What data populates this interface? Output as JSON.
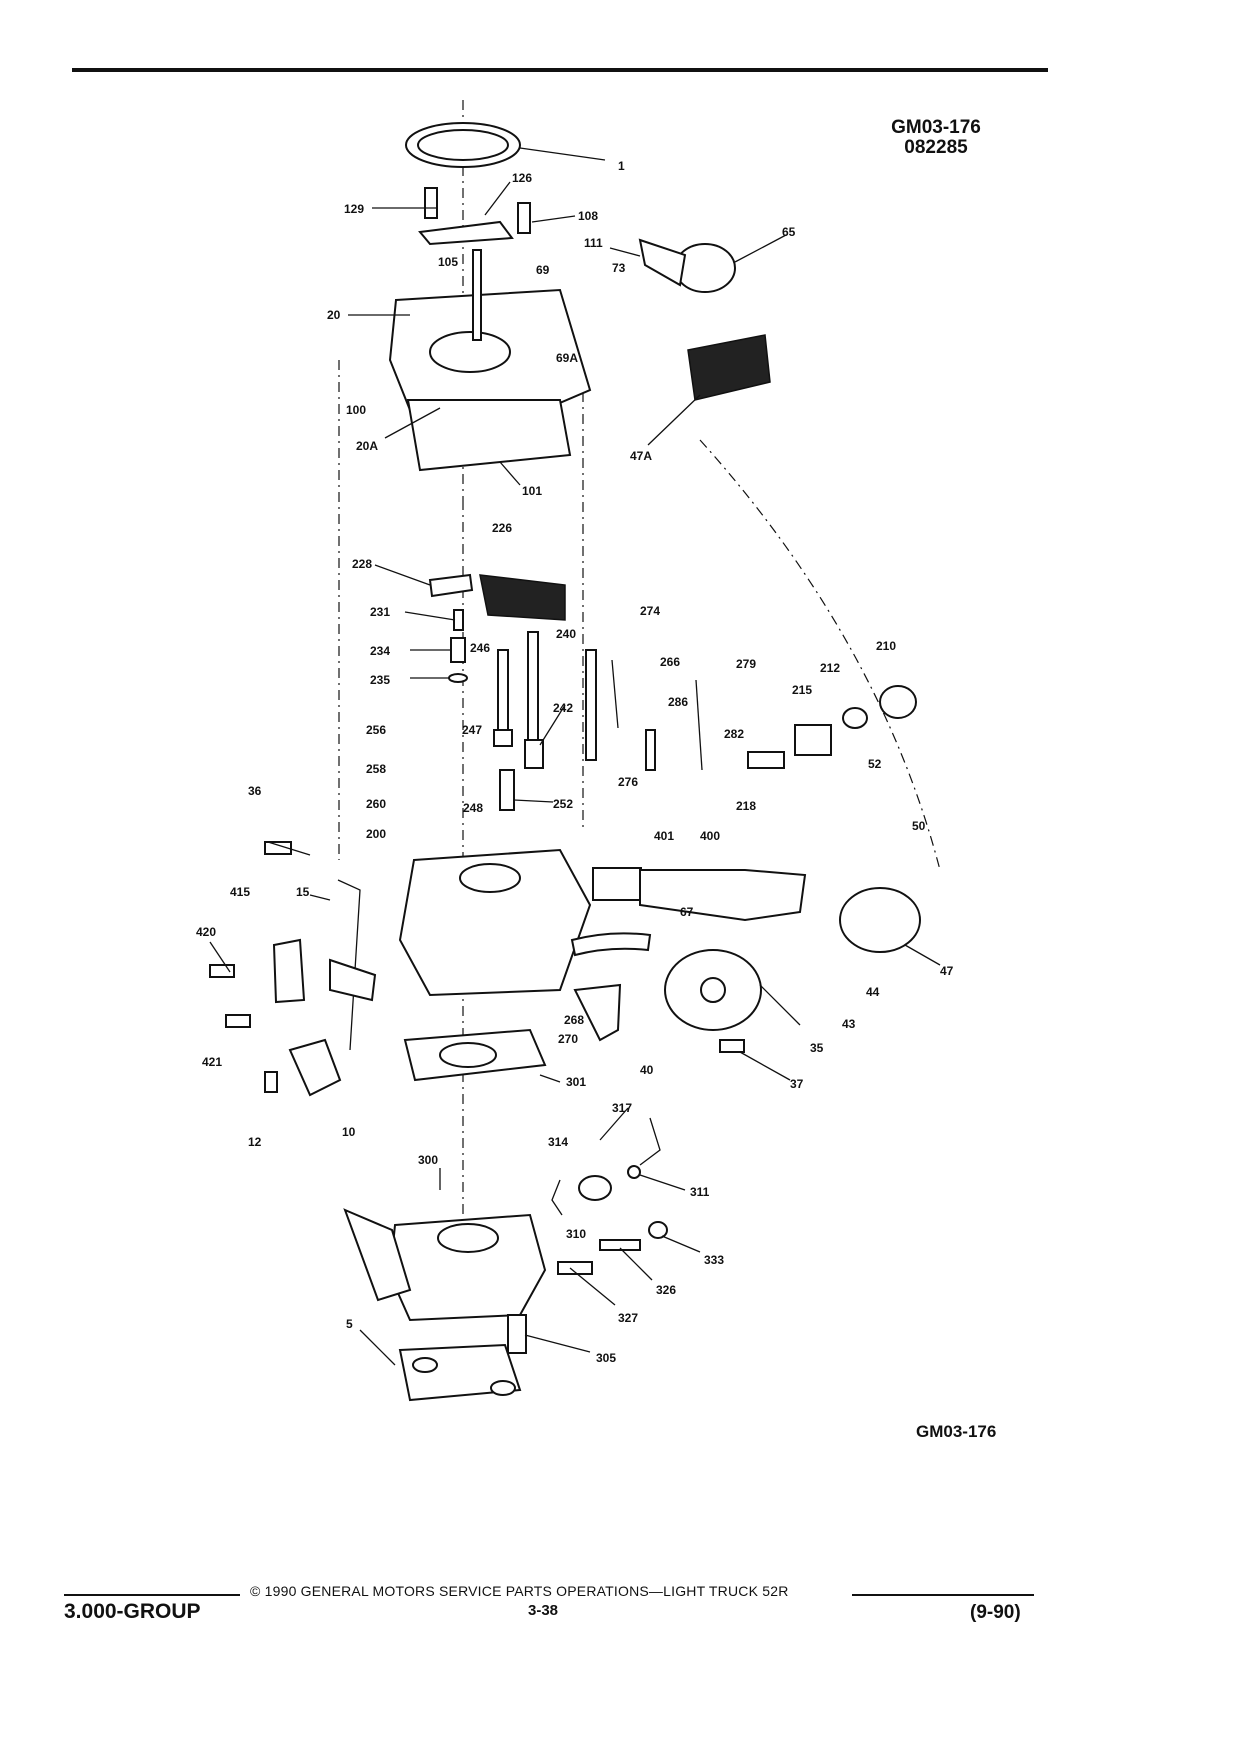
{
  "header": {
    "figure_code": "GM03-176",
    "figure_number": "082285"
  },
  "figure_id_bottom": "GM03-176",
  "footer": {
    "copyright": "© 1990 GENERAL MOTORS SERVICE PARTS OPERATIONS—LIGHT TRUCK 52R",
    "group": "3.000-GROUP",
    "page": "3-38",
    "date": "(9-90)"
  },
  "callouts": [
    "1",
    "126",
    "129",
    "108",
    "111",
    "65",
    "105",
    "69",
    "73",
    "20",
    "69A",
    "100",
    "20A",
    "101",
    "47A",
    "226",
    "228",
    "274",
    "231",
    "240",
    "234",
    "246",
    "266",
    "279",
    "235",
    "286",
    "242",
    "212",
    "215",
    "210",
    "256",
    "247",
    "282",
    "258",
    "276",
    "52",
    "36",
    "260",
    "248",
    "252",
    "218",
    "200",
    "401",
    "400",
    "50",
    "415",
    "15",
    "67",
    "420",
    "47",
    "44",
    "43",
    "421",
    "268",
    "270",
    "35",
    "301",
    "40",
    "37",
    "10",
    "12",
    "317",
    "314",
    "300",
    "311",
    "310",
    "333",
    "326",
    "327",
    "5",
    "305"
  ]
}
